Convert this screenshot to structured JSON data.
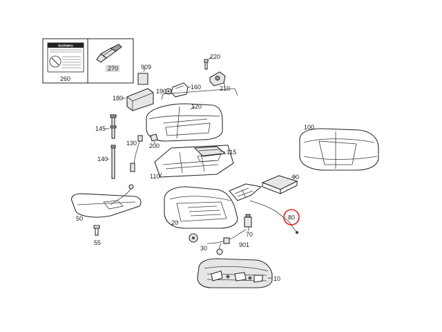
{
  "callouts": {
    "c10": "10",
    "c20": "20",
    "c30": "30",
    "c50": "50",
    "c55": "55",
    "c70": "70",
    "c80": "80",
    "c90": "90",
    "c100": "100",
    "c110": "110",
    "c115": "115",
    "c120": "120",
    "c130": "130",
    "c140": "140",
    "c145": "145",
    "c160": "160",
    "c180": "180",
    "c190": "190",
    "c200": "200",
    "c210": "210",
    "c220": "220",
    "c260": "260",
    "c270": "270",
    "c901": "901",
    "c909": "909"
  },
  "warning_label": {
    "heading": "WARNING"
  },
  "highlight": {
    "part": "80",
    "color": "#e02020"
  }
}
